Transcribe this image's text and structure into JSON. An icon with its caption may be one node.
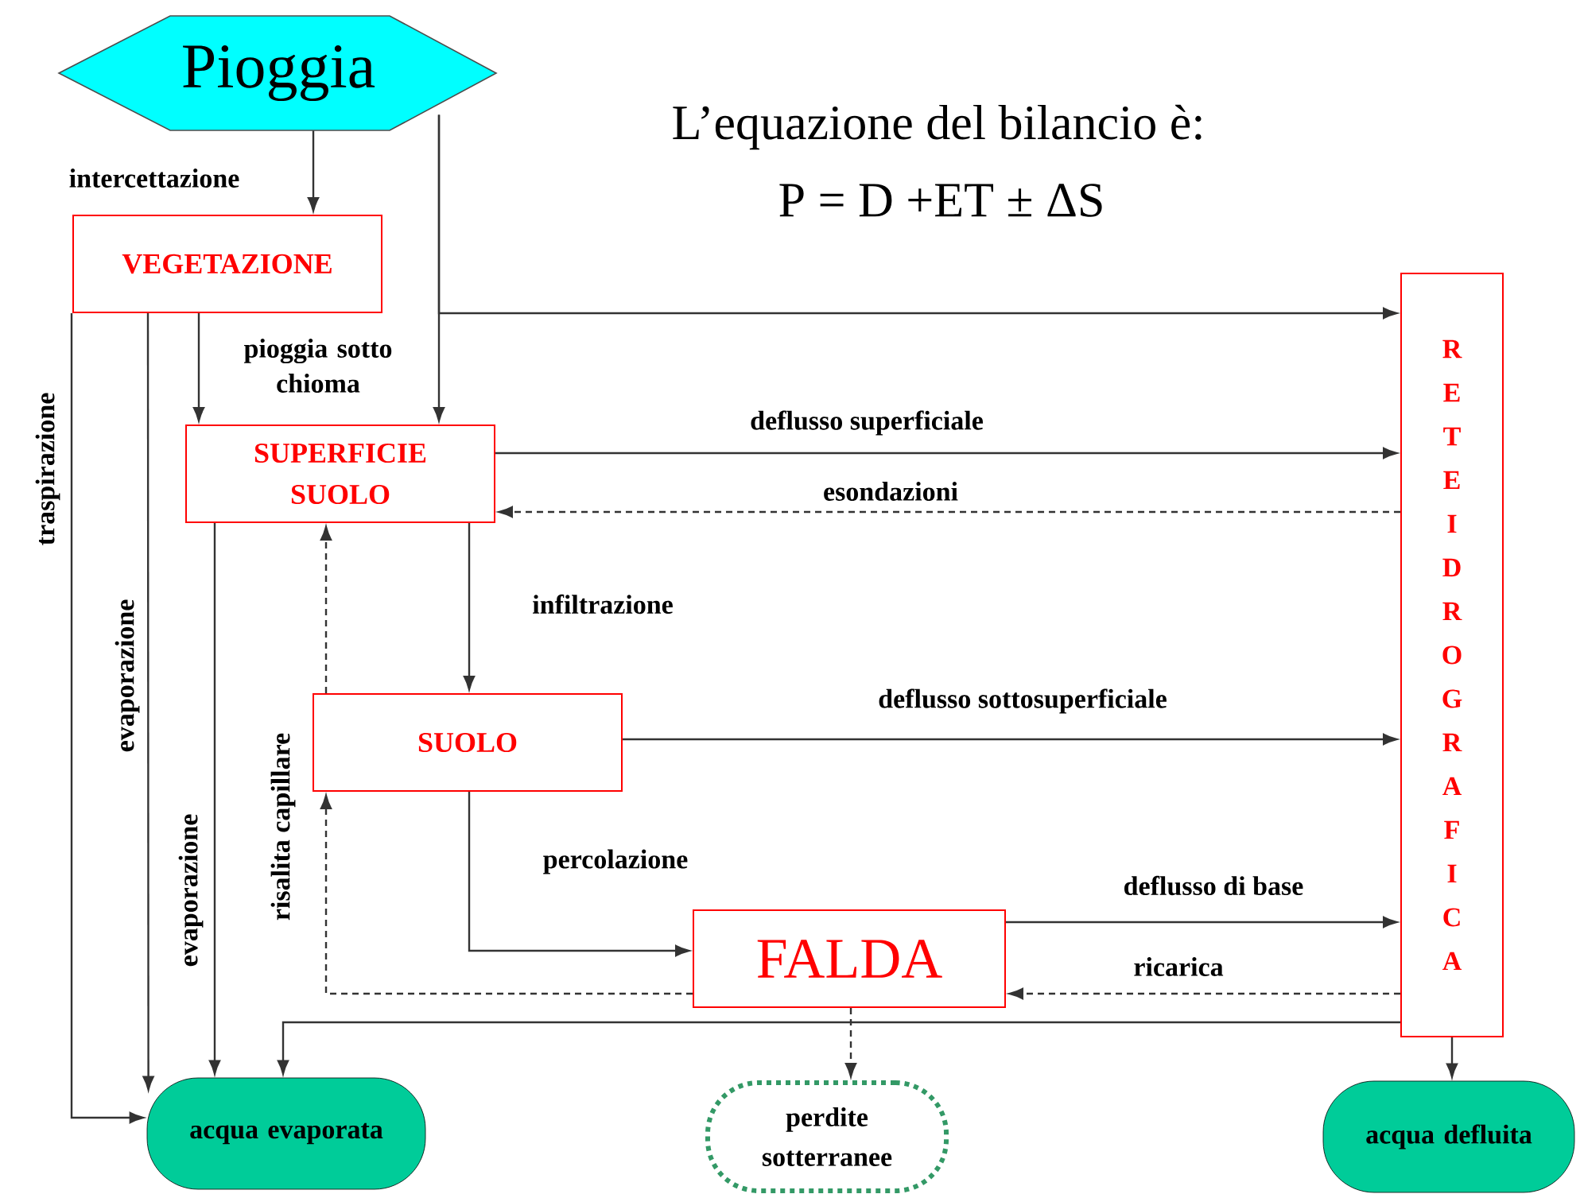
{
  "diagram": {
    "title": "L’equazione del bilancio è:",
    "nodes": [
      {
        "text": [
          "Pioggia"
        ]
      },
      {
        "text": [
          "VEGETAZIONE"
        ]
      },
      {
        "text": [
          "SUPERFICIE SUOLO"
        ]
      },
      {
        "text": [
          "SUOLO"
        ]
      },
      {
        "text": [
          "FALDA"
        ]
      },
      {
        "text": [
          "RETE IDROGRAFICA"
        ]
      },
      {
        "text": [
          "acqua evaporata"
        ]
      },
      {
        "text": [
          "perdite sotterranee"
        ]
      },
      {
        "text": [
          "acqua defluita"
        ]
      }
    ],
    "edges": [
      {
        "from": 0,
        "to": 1,
        "arrow": "to",
        "label": "intercettazione"
      },
      {
        "from": 0,
        "to": 2,
        "arrow": "to"
      },
      {
        "from": 0,
        "to": 5,
        "arrow": "to"
      },
      {
        "from": 1,
        "to": 2,
        "arrow": "to",
        "label": "pioggia sotto chioma"
      },
      {
        "from": 1,
        "to": 6,
        "arrow": "to",
        "label": "traspirazione"
      },
      {
        "from": 1,
        "to": 6,
        "arrow": "to",
        "label": "evaporazione"
      },
      {
        "from": 2,
        "to": 6,
        "arrow": "to",
        "label": "evaporazione"
      },
      {
        "from": 2,
        "to": 5,
        "arrow": "to",
        "label": "deflusso superficiale"
      },
      {
        "from": 5,
        "to": 2,
        "arrow": "to",
        "label": "esondazioni",
        "style": "dashed"
      },
      {
        "from": 2,
        "to": 3,
        "arrow": "to",
        "label": "infiltrazione"
      },
      {
        "from": 3,
        "to": 5,
        "arrow": "to",
        "label": "deflusso sottosuperficiale"
      },
      {
        "from": 3,
        "to": 4,
        "arrow": "to",
        "label": "percolazione"
      },
      {
        "from": 4,
        "to": 5,
        "arrow": "to",
        "label": "deflusso di base"
      },
      {
        "from": 5,
        "to": 4,
        "arrow": "to",
        "label": "ricarica",
        "style": "dashed"
      },
      {
        "from": 4,
        "to": 3,
        "arrow": "to",
        "label": "risalita capillare",
        "style": "dashed"
      },
      {
        "from": 3,
        "to": 2,
        "arrow": "to",
        "style": "dashed"
      },
      {
        "from": 5,
        "to": 6,
        "arrow": "to"
      },
      {
        "from": 4,
        "to": 7,
        "arrow": "to",
        "style": "dashed"
      },
      {
        "from": 5,
        "to": 8,
        "arrow": "to"
      }
    ],
    "labels": [
      "P = D +ET ± ΔS"
    ]
  }
}
